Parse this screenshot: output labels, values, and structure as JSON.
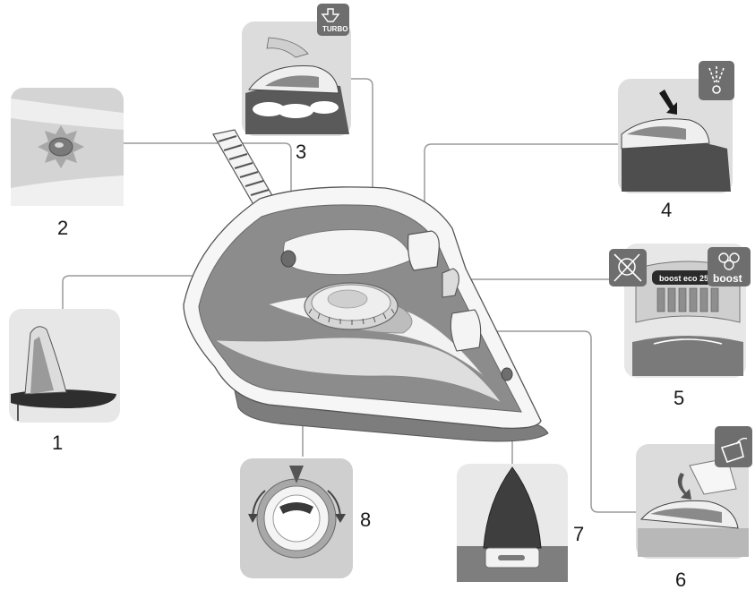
{
  "callouts": [
    {
      "id": "1",
      "label": "1"
    },
    {
      "id": "2",
      "label": "2"
    },
    {
      "id": "3",
      "label": "3"
    },
    {
      "id": "4",
      "label": "4"
    },
    {
      "id": "5",
      "label": "5"
    },
    {
      "id": "6",
      "label": "6"
    },
    {
      "id": "7",
      "label": "7"
    },
    {
      "id": "8",
      "label": "8"
    }
  ],
  "badges": {
    "turbo": "TURBO",
    "boost": "boost",
    "eco_panel": "boost eco 25%"
  },
  "colors": {
    "background": "#ffffff",
    "panel_bg": "#e4e4e4",
    "panel_stroke": "#d0d0d0",
    "iron_body": "#8a8a8a",
    "iron_light": "#dcdcdc",
    "iron_white": "#f4f4f4",
    "line": "#9a9a9a",
    "badge": "#6e6e6e",
    "text": "#1a1a1a"
  },
  "icons": [
    "turbo-steam-icon",
    "spray-icon",
    "no-steam-icon",
    "boost-icon",
    "water-fill-icon"
  ]
}
